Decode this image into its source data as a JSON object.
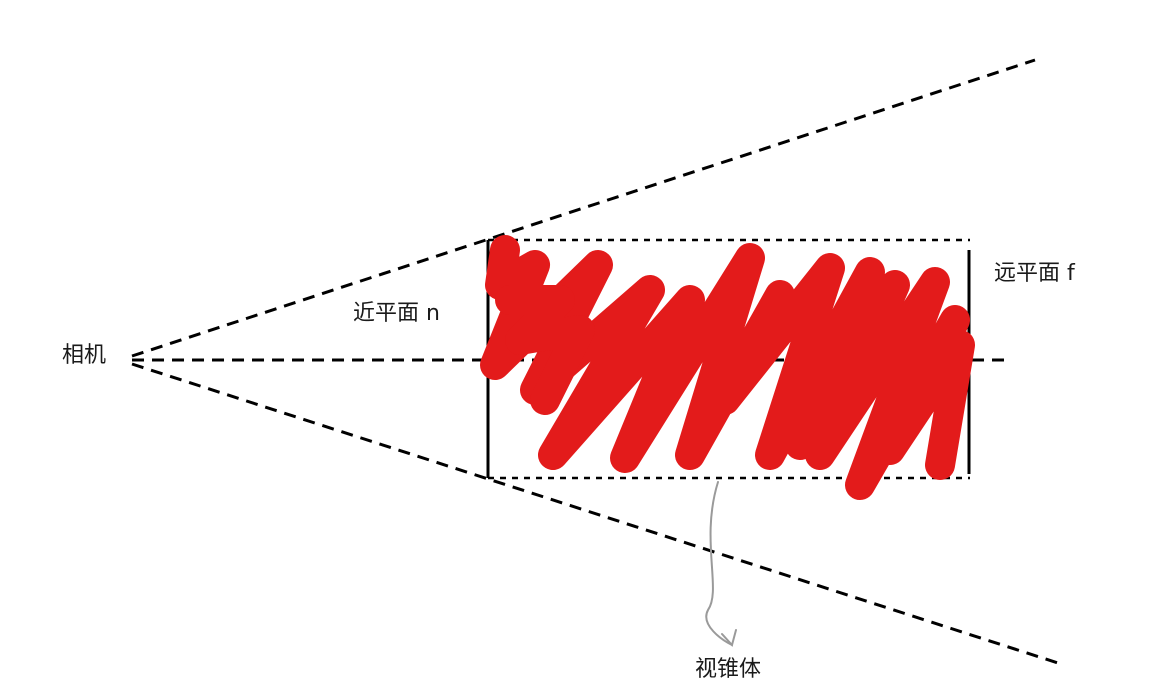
{
  "labels": {
    "camera": "相机",
    "near_plane": "近平面 n",
    "far_plane": "远平面 f",
    "frustum": "视锥体"
  },
  "colors": {
    "background": "#ffffff",
    "line": "#000000",
    "text": "#1a1a1a",
    "scribble": "#e31b1b",
    "arrow": "#9a9a9a"
  }
}
